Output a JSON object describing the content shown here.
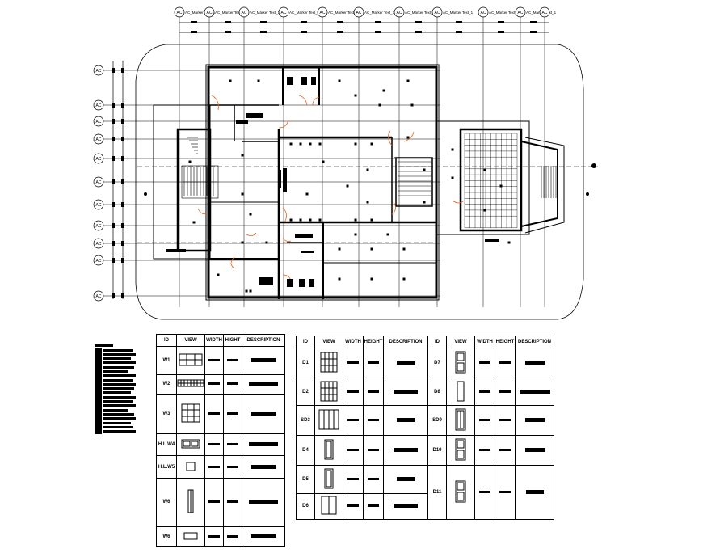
{
  "drawing": {
    "grid_marker_text": "AC_Marker Text_1",
    "grid_marker_symbol": "AC"
  },
  "window_schedule": {
    "headers": [
      "ID",
      "VIEW",
      "WIDTH",
      "HIGHT",
      "DESCRIPTION"
    ],
    "rows": [
      {
        "id": "W1",
        "view_icon": "window-3x2-icon"
      },
      {
        "id": "W2",
        "view_icon": "window-strip-icon"
      },
      {
        "id": "W3",
        "view_icon": "window-3x3-icon"
      },
      {
        "id": "H.L.W4",
        "view_icon": "window-double-icon"
      },
      {
        "id": "H.L.W5",
        "view_icon": "window-single-icon"
      },
      {
        "id": "W6",
        "view_icon": "window-slot-icon"
      },
      {
        "id": "W6",
        "view_icon": "window-small-icon"
      }
    ]
  },
  "door_schedule_left": {
    "headers": [
      "ID",
      "VIEW",
      "WIDTH",
      "HEIGHT",
      "DESCRIPTION"
    ],
    "rows": [
      {
        "id": "D1",
        "view_icon": "door-grid-icon"
      },
      {
        "id": "D2",
        "view_icon": "door-grid-icon"
      },
      {
        "id": "SD3",
        "view_icon": "sliding-door-icon"
      },
      {
        "id": "D4",
        "view_icon": "door-single-icon"
      },
      {
        "id": "D5",
        "view_icon": "door-single-icon"
      },
      {
        "id": "D6",
        "view_icon": "door-double-icon"
      }
    ]
  },
  "door_schedule_right": {
    "headers": [
      "ID",
      "VIEW",
      "WIDTH",
      "HEIGHT",
      "DESCRIPTION"
    ],
    "rows": [
      {
        "id": "D7",
        "view_icon": "door-panel-icon"
      },
      {
        "id": "D8",
        "view_icon": "door-slim-icon"
      },
      {
        "id": "SD9",
        "view_icon": "door-glazed-icon"
      },
      {
        "id": "D10",
        "view_icon": "door-panel-icon"
      },
      {
        "id": "D11",
        "view_icon": "door-panel-icon"
      }
    ]
  }
}
